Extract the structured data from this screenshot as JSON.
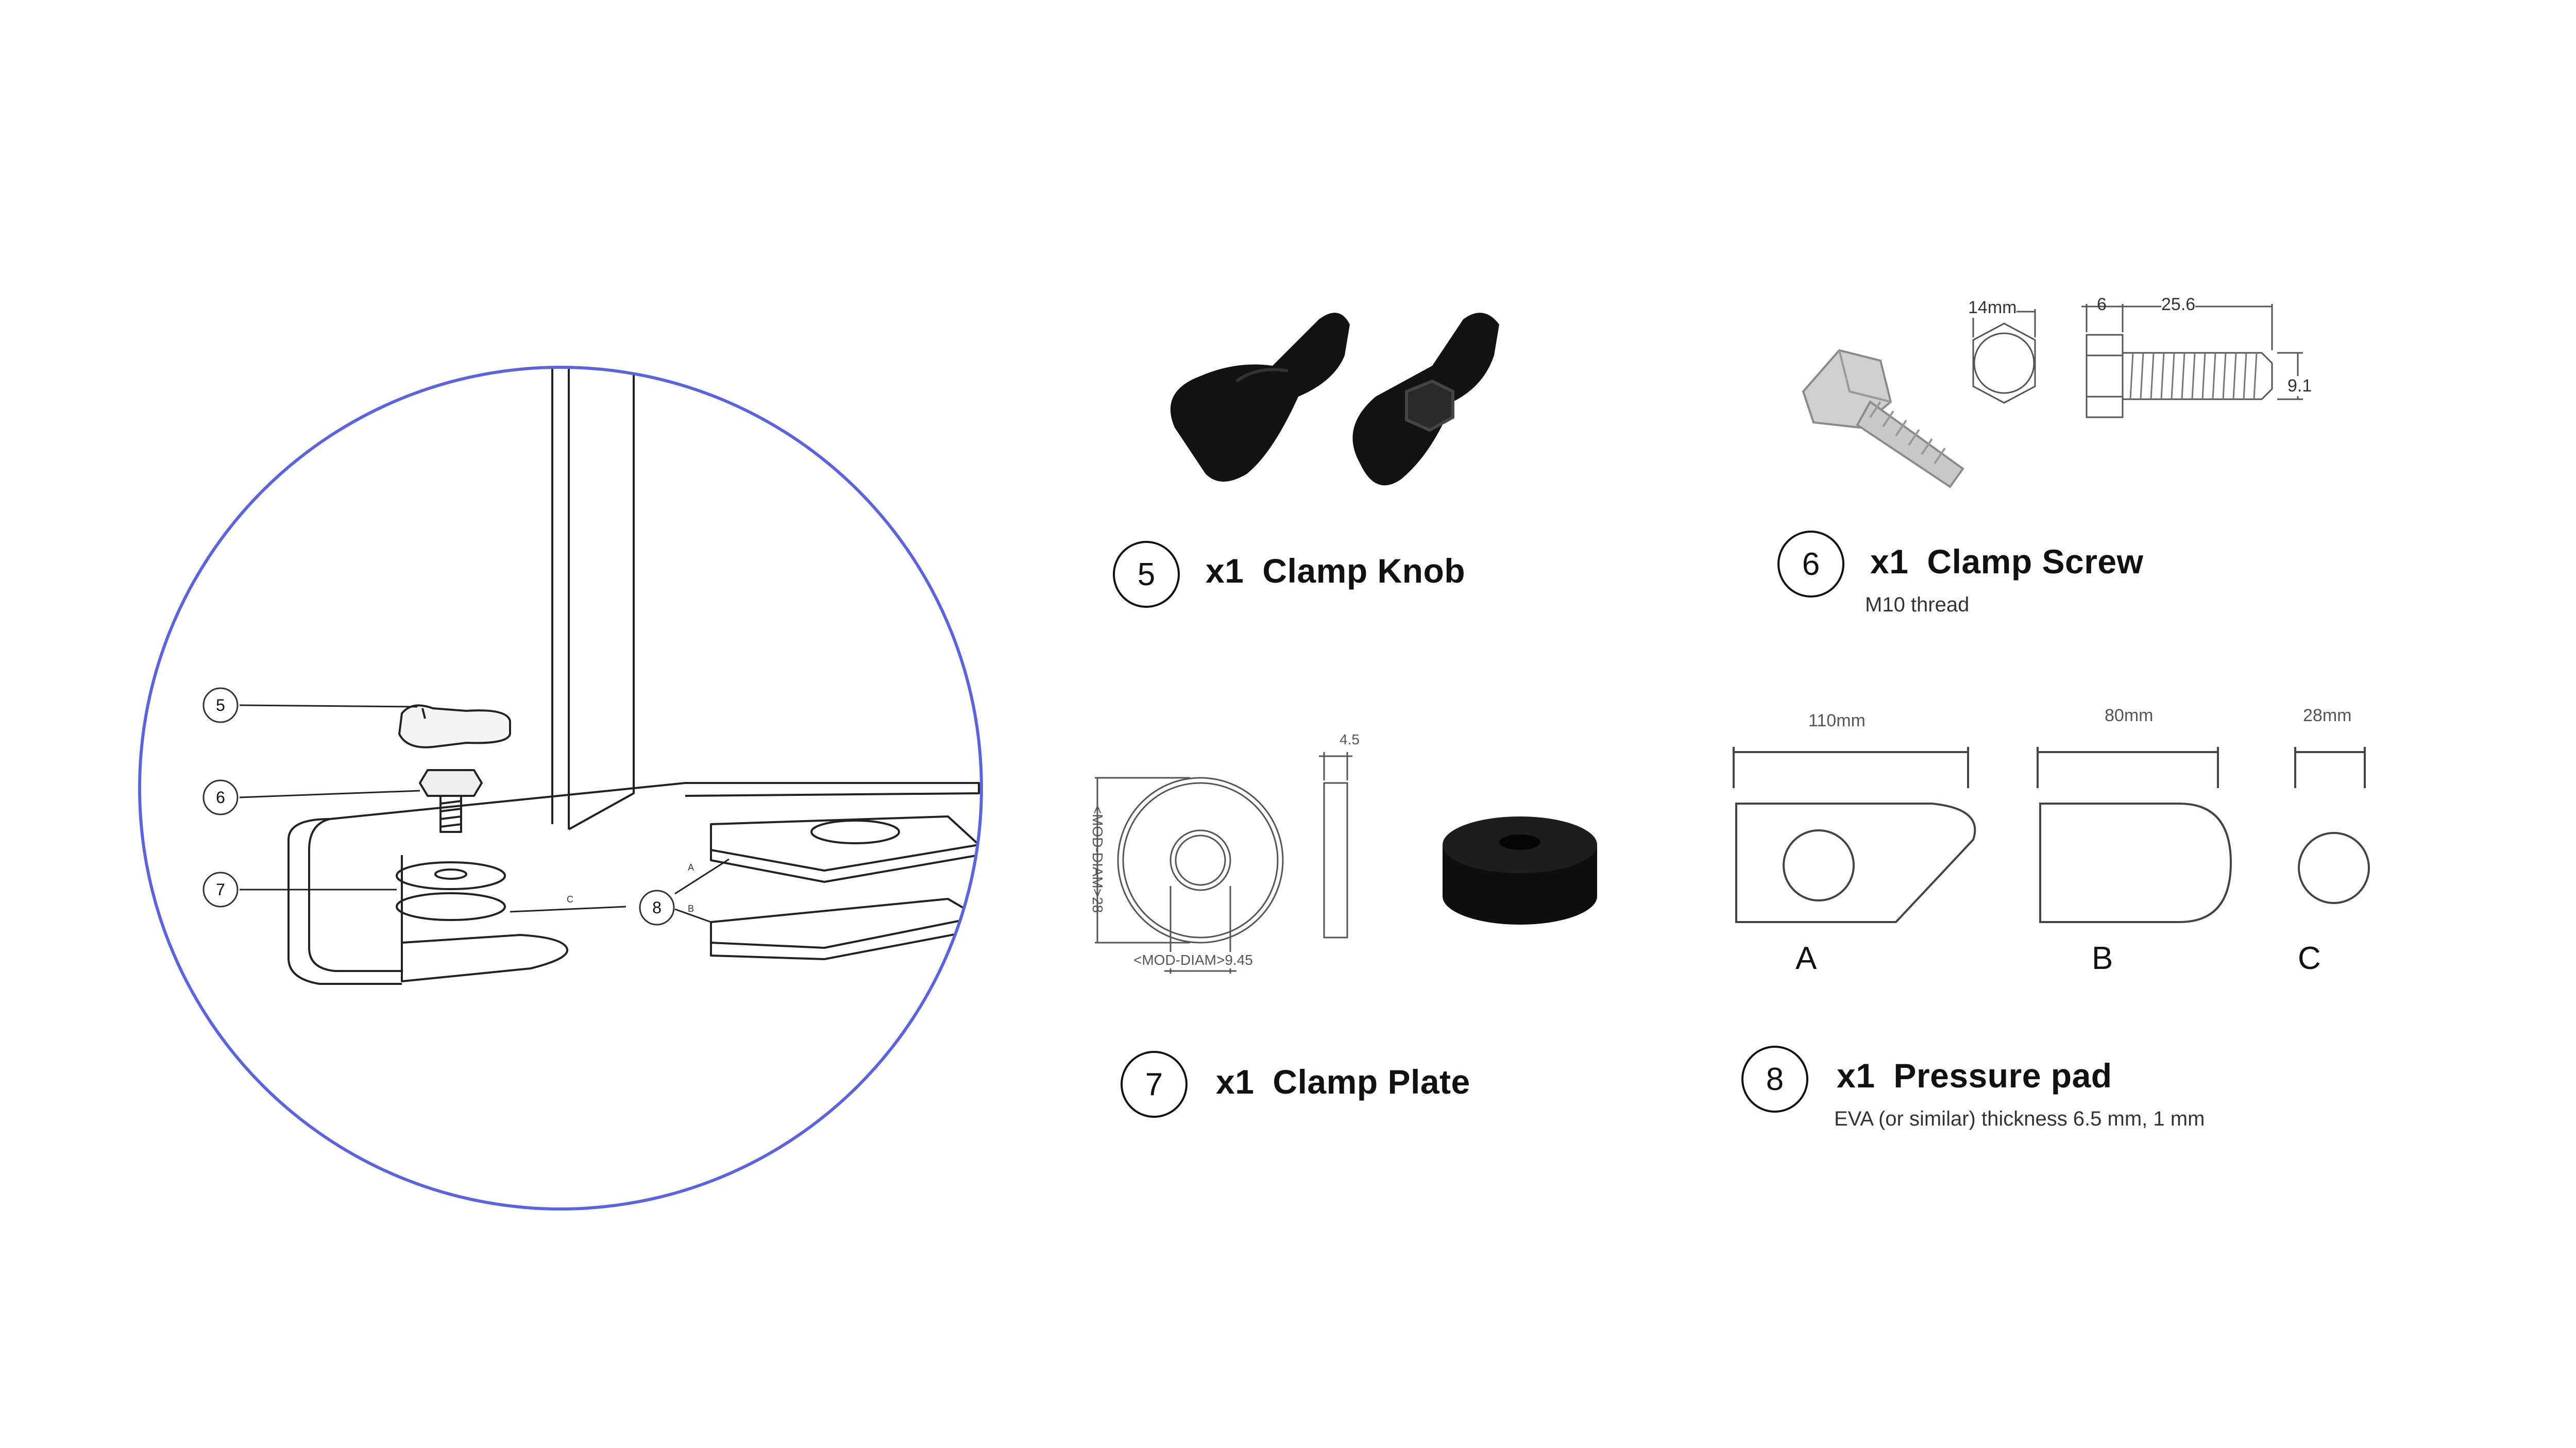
{
  "assembly": {
    "callouts": [
      "5",
      "6",
      "7",
      "8"
    ],
    "pad_labels": [
      "A",
      "B",
      "C"
    ],
    "circle_color": "#5b64d8"
  },
  "parts": {
    "knob": {
      "number": "5",
      "qty": "x1",
      "name": "Clamp Knob"
    },
    "screw": {
      "number": "6",
      "qty": "x1",
      "name": "Clamp Screw",
      "note": "M10 thread",
      "dims": {
        "head_width": "14mm",
        "head_height": "6",
        "length": "25.6",
        "diameter": "9.1"
      }
    },
    "plate": {
      "number": "7",
      "qty": "x1",
      "name": "Clamp Plate",
      "dims": {
        "thickness": "4.5",
        "outer": "<MOD-DIAM>28",
        "inner": "<MOD-DIAM>9.45"
      }
    },
    "pad": {
      "number": "8",
      "qty": "x1",
      "name": "Pressure pad",
      "note": "EVA (or similar) thickness 6.5 mm, 1 mm",
      "variants": [
        {
          "label": "A",
          "width": "110mm"
        },
        {
          "label": "B",
          "width": "80mm"
        },
        {
          "label": "C",
          "width": "28mm"
        }
      ]
    }
  }
}
